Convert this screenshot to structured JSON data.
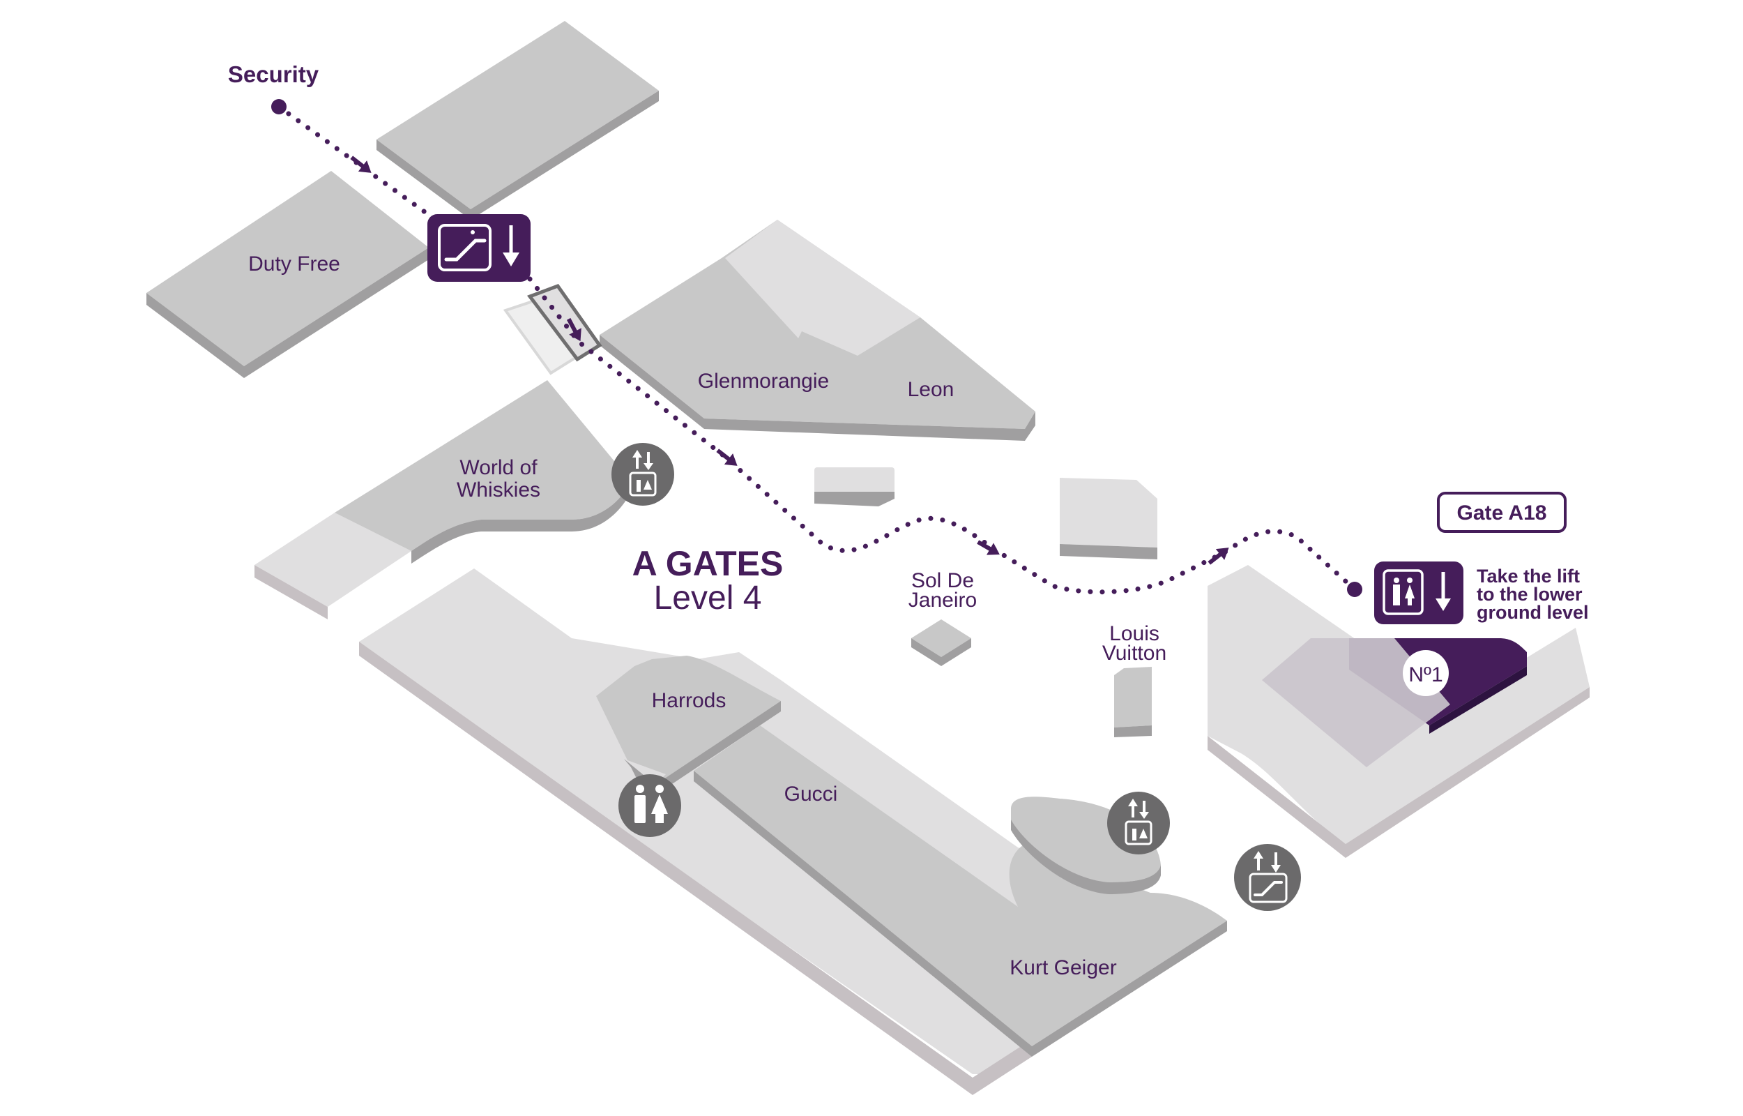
{
  "map": {
    "title": "A GATES",
    "subtitle": "Level 4",
    "start_label": "Security",
    "destination_gate": "Gate A18",
    "instruction_lines": [
      "Take the lift",
      "to the lower",
      "ground level"
    ],
    "lounge_badge": "Nº1",
    "colors": {
      "brand_purple": "#451d5a",
      "shop_top": "#c8c8c8",
      "shop_side": "#a09fa0",
      "concourse_top": "#e0dfe0",
      "concourse_side": "#c6c0c3",
      "facility_icon_bg": "#6b6a6b",
      "lounge_overlay": "#cac4cc"
    }
  },
  "shops": [
    {
      "name": "Duty Free"
    },
    {
      "name": "Glenmorangie"
    },
    {
      "name": "Leon"
    },
    {
      "name": "World of",
      "name2": "Whiskies"
    },
    {
      "name": "Sol De",
      "name2": "Janeiro"
    },
    {
      "name": "Louis",
      "name2": "Vuitton"
    },
    {
      "name": "Harrods"
    },
    {
      "name": "Gucci"
    },
    {
      "name": "Kurt Geiger"
    }
  ],
  "facilities": [
    {
      "type": "escalator-down",
      "icon": "escalator-down-icon"
    },
    {
      "type": "lift-toilets",
      "icon": "lift-icon"
    },
    {
      "type": "toilets",
      "icon": "toilets-icon"
    },
    {
      "type": "lift-toilets",
      "icon": "lift-icon"
    },
    {
      "type": "escalator",
      "icon": "escalator-icon"
    },
    {
      "type": "lift-down",
      "icon": "lift-down-icon"
    }
  ]
}
